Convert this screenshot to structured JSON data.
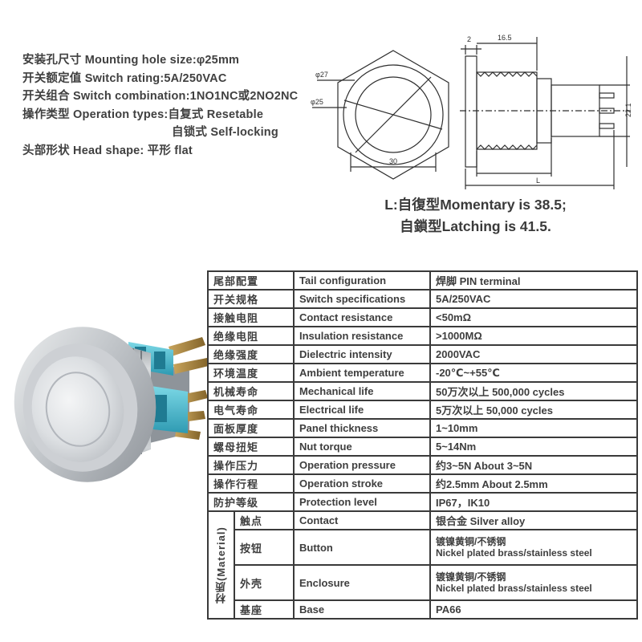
{
  "colors": {
    "text": "#3c3c3c",
    "line": "#2e2e2e",
    "terminal_blue": "#4fbccd",
    "pin_brass": "#a9853e",
    "metal_silver": "#c9ccd1"
  },
  "top_specs": {
    "lines": [
      "安装孔尺寸 Mounting hole size:φ25mm",
      "开关额定值 Switch rating:5A/250VAC",
      "开关组合 Switch combination:1NO1NC或2NO2NC",
      "操作类型 Operation types:自复式 Resetable",
      "自锁式 Self-locking",
      "头部形状 Head shape: 平形 flat"
    ]
  },
  "drawing": {
    "front": {
      "dia_outer": "φ27",
      "dia_inner": "φ25",
      "width": "30"
    },
    "side": {
      "flange": "2",
      "thread_len": "16.5",
      "rear_dia": "22.1",
      "length": "L"
    }
  },
  "length_note": {
    "line1": "L:自復型Momentary is 38.5;",
    "line2": "自鎖型Latching is 41.5."
  },
  "spec_table": {
    "rows": [
      {
        "zh": "尾部配置",
        "en": "Tail configuration",
        "value": "焊脚  PIN terminal"
      },
      {
        "zh": "开关规格",
        "en": "Switch specifications",
        "value": "5A/250VAC"
      },
      {
        "zh": "接触电阻",
        "en": "Contact resistance",
        "value": "<50mΩ"
      },
      {
        "zh": "绝缘电阻",
        "en": "Insulation resistance",
        "value": ">1000MΩ"
      },
      {
        "zh": "绝缘强度",
        "en": "Dielectric intensity",
        "value": "2000VAC"
      },
      {
        "zh": "环境温度",
        "en": "Ambient temperature",
        "value": "-20℃~+55℃"
      },
      {
        "zh": "机械寿命",
        "en": "Mechanical life",
        "value": "50万次以上 500,000 cycles"
      },
      {
        "zh": "电气寿命",
        "en": "Electrical life",
        "value": "5万次以上 50,000  cycles"
      },
      {
        "zh": "面板厚度",
        "en": "Panel thickness",
        "value": "1~10mm"
      },
      {
        "zh": "螺母扭矩",
        "en": "Nut torque",
        "value": "5~14Nm"
      },
      {
        "zh": "操作压力",
        "en": "Operation pressure",
        "value": "约3~5N About 3~5N"
      },
      {
        "zh": "操作行程",
        "en": "Operation stroke",
        "value": "约2.5mm About 2.5mm"
      },
      {
        "zh": "防护等级",
        "en": "Protection level",
        "value": "IP67，IK10"
      }
    ],
    "material_group": {
      "label": "材质(Material)",
      "rows": [
        {
          "zh": "触点",
          "en": "Contact",
          "value": "银合金 Silver alloy",
          "value2": ""
        },
        {
          "zh": "按钮",
          "en": "Button",
          "value": "镀镍黄铜/不锈钢",
          "value2": "Nickel plated brass/stainless steel"
        },
        {
          "zh": "外壳",
          "en": "Enclosure",
          "value": "镀镍黄铜/不锈钢",
          "value2": "Nickel plated brass/stainless steel"
        },
        {
          "zh": "基座",
          "en": "Base",
          "value": "PA66",
          "value2": ""
        }
      ]
    }
  }
}
